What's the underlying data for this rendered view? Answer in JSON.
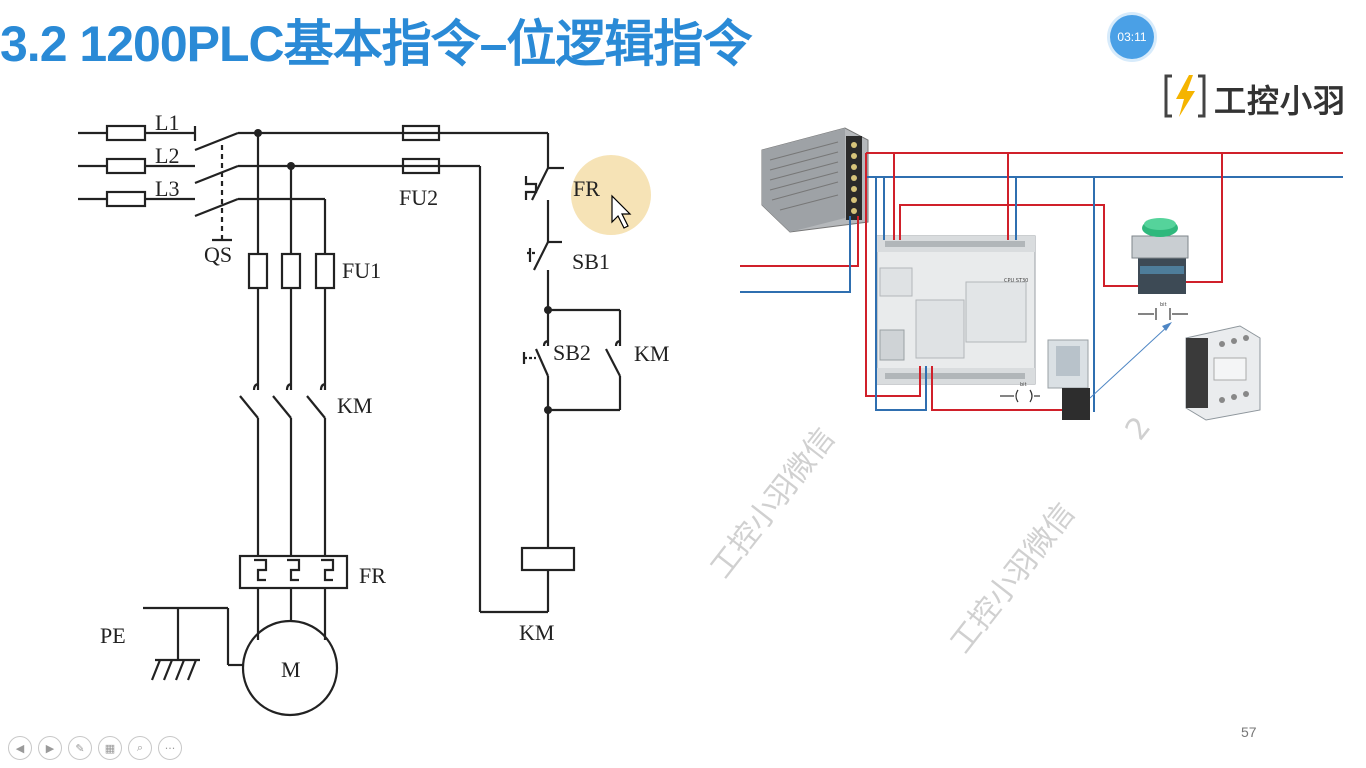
{
  "slide": {
    "title": "3.2 1200PLC基本指令–位逻辑指令",
    "timer": "03:11",
    "logo_text": "工控小羽",
    "page_number": "57"
  },
  "circuit": {
    "labels": {
      "l1": "L1",
      "l2": "L2",
      "l3": "L3",
      "qs": "QS",
      "fu1": "FU1",
      "fu2": "FU2",
      "km_main": "KM",
      "fr_main": "FR",
      "pe": "PE",
      "motor": "M",
      "fr_ctrl": "FR",
      "sb1": "SB1",
      "sb2": "SB2",
      "km_hold": "KM",
      "km_coil": "KM"
    }
  },
  "wiring": {
    "watermark_1": "工控小羽微信",
    "watermark_2": "工控小羽微信",
    "watermark_3": "2",
    "bit_label_1": "bit",
    "bit_label_2": "bit",
    "plc_model": "CPU ST30"
  },
  "toolbar": {
    "buttons": [
      {
        "name": "prev-slide-button",
        "glyph": "◀"
      },
      {
        "name": "next-slide-button",
        "glyph": "▶"
      },
      {
        "name": "pen-tool-button",
        "glyph": "✎"
      },
      {
        "name": "slide-overview-button",
        "glyph": "▦"
      },
      {
        "name": "zoom-button",
        "glyph": "⌕"
      },
      {
        "name": "more-options-button",
        "glyph": "···"
      }
    ]
  },
  "colors": {
    "title": "#2a8ad6",
    "wire_red": "#d0202a",
    "wire_blue": "#2f6fb0",
    "cursor_highlight": "#f4dca4"
  }
}
